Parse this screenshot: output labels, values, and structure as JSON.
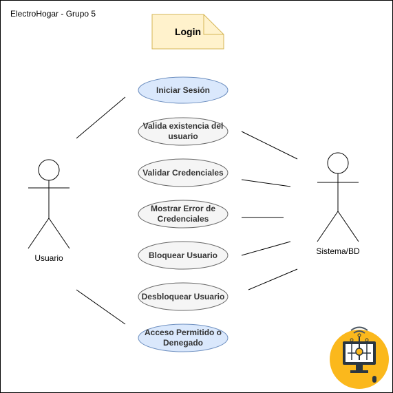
{
  "diagram": {
    "title": "ElectroHogar - Grupo 5",
    "note": "Login",
    "actors": {
      "user": "Usuario",
      "system": "Sistema/BD"
    },
    "use_cases": [
      "Iniciar Sesión",
      "Valida existencia del usuario",
      "Validar Credenciales",
      "Mostrar Error de Credenciales",
      "Bloquear Usuario",
      "Desbloquear Usuario",
      "Acceso Permitido o Denegado"
    ],
    "logo": "computer-network-logo"
  },
  "colors": {
    "highlight_fill": "#dae8fc",
    "highlight_stroke": "#6c8ebf",
    "default_fill": "#f5f5f5",
    "default_stroke": "#666666",
    "note_fill": "#fff2cc",
    "note_stroke": "#d6b656",
    "logo_bg": "#fbb81c"
  }
}
